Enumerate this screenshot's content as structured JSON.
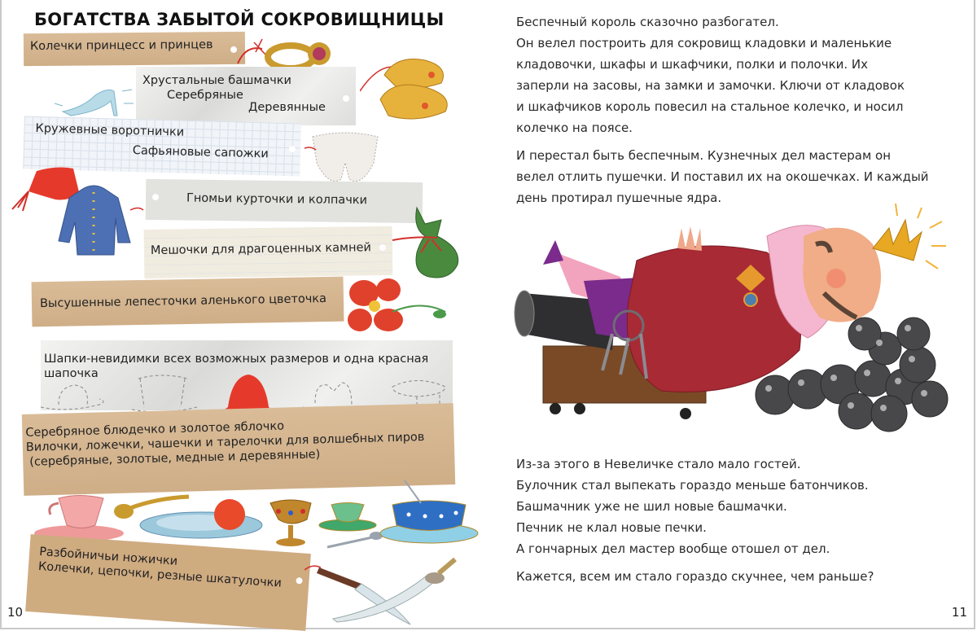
{
  "left_page": {
    "title": "БОГАТСТВА ЗАБЫТОЙ СОКРОВИЩНИЦЫ",
    "page_number": "10",
    "tags": [
      {
        "lines": [
          "Колечки принцесс и принцев"
        ]
      },
      {
        "lines": [
          "Хрустальные башмачки",
          "Серебряные",
          "Деревянные"
        ]
      },
      {
        "lines": [
          "Кружевные воротнички",
          "Сафьяновые сапожки"
        ]
      },
      {
        "lines": [
          "Гномьи курточки и колпачки"
        ]
      },
      {
        "lines": [
          "Мешочки для драгоценных камней"
        ]
      },
      {
        "lines": [
          "Высушенные лепесточки аленького цветочка"
        ]
      },
      {
        "lines": [
          "Шапки-невидимки всех возможных размеров и одна красная",
          "шапочка"
        ]
      },
      {
        "lines": [
          "Серебряное блюдечко и золотое яблочко",
          "Вилочки, ложечки, чашечки и тарелочки для волшебных пиров",
          "(серебряные, золотые, медные и деревянные)"
        ]
      },
      {
        "lines": [
          "Разбойничьи ножички",
          "Колечки, цепочки, резные шкатулочки"
        ]
      }
    ],
    "illustrations": [
      "ring",
      "crystal-slipper",
      "wooden-clogs",
      "lace-collar",
      "red-gnome-hat",
      "blue-jacket",
      "green-gem-pouch",
      "red-flower-petals",
      "invisible-hats",
      "red-hat",
      "pink-teacup",
      "golden-spoon",
      "blue-plate-with-apple",
      "golden-goblet",
      "green-teacup",
      "silver-spoon",
      "blue-tureen",
      "dagger",
      "sabre"
    ]
  },
  "right_page": {
    "page_number": "11",
    "paragraphs_top": [
      [
        "Беспечный король сказочно разбогател.",
        "Он велел построить для сокровищ кладовки и маленькие",
        "кладовочки, шкафы и шкафчики, полки и полочки. Их",
        "заперли на засовы, на замки и замочки. Ключи от кладовок",
        "и шкафчиков король повесил на стальное колечко, и носил",
        "колечко на поясе."
      ],
      [
        "И перестал быть беспечным. Кузнечных дел мастерам он",
        "велел отлить пушечки. И поставил их на окошечках. И каждый",
        "день протирал пушечные ядра."
      ]
    ],
    "paragraphs_bottom": [
      [
        "Из-за этого в Невеличке стало мало гостей.",
        "Булочник стал выпекать гораздо меньше батончиков.",
        "Башмачник уже не шил новые башмачки.",
        "Печник не клал новые печки.",
        "А гончарных дел мастер вообще отошел от дел."
      ],
      [
        "Кажется, всем им стало гораздо скучнее, чем раньше?"
      ]
    ],
    "illustration": "king-lying-on-cannon-with-cannonballs-and-keys"
  },
  "colors": {
    "kraft_paper": "#d6b68f",
    "crumpled_paper": "#e6e6e4",
    "grid_paper": "#f1f4f8",
    "string_red": "#d2302a",
    "king_robe": "#a82a35",
    "cannonball": "#4a4a4c",
    "crown": "#e8a823"
  }
}
